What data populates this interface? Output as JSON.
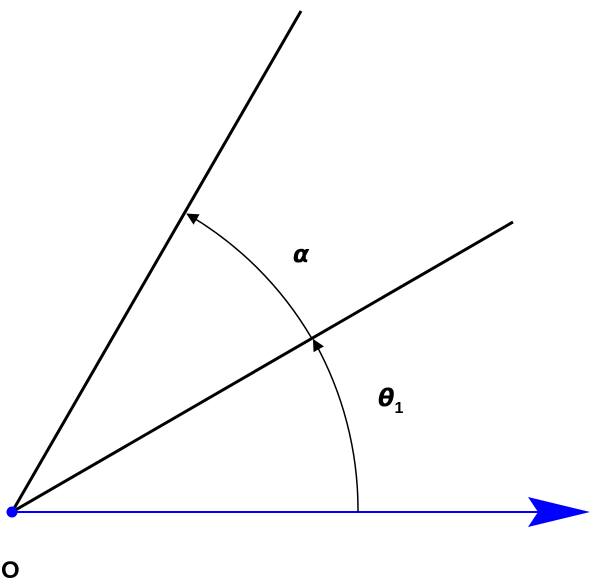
{
  "labels": {
    "alpha": "α",
    "theta": "θ",
    "theta_subscript": "1",
    "origin": "O"
  },
  "colors": {
    "axis": "#0000ff",
    "lines": "#000000",
    "origin_point": "#0000ff"
  }
}
